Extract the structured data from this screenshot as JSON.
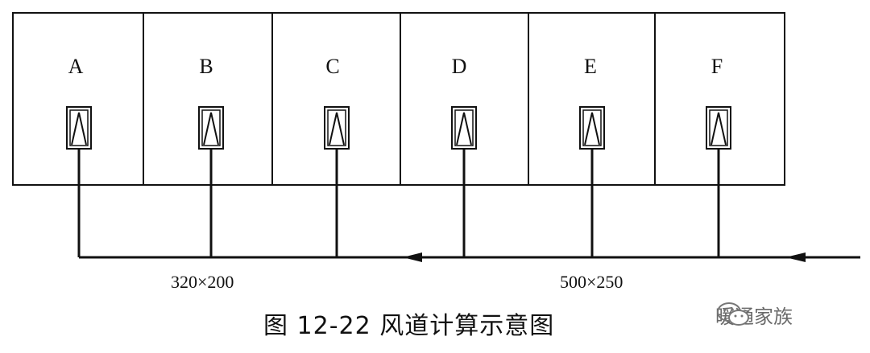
{
  "rooms": [
    "A",
    "B",
    "C",
    "D",
    "E",
    "F"
  ],
  "duct_labels": {
    "left": "320×200",
    "right": "500×250"
  },
  "caption": "图 12-22    风道计算示意图",
  "watermark": {
    "text": "暖通家族",
    "icon": "wechat-icon"
  }
}
